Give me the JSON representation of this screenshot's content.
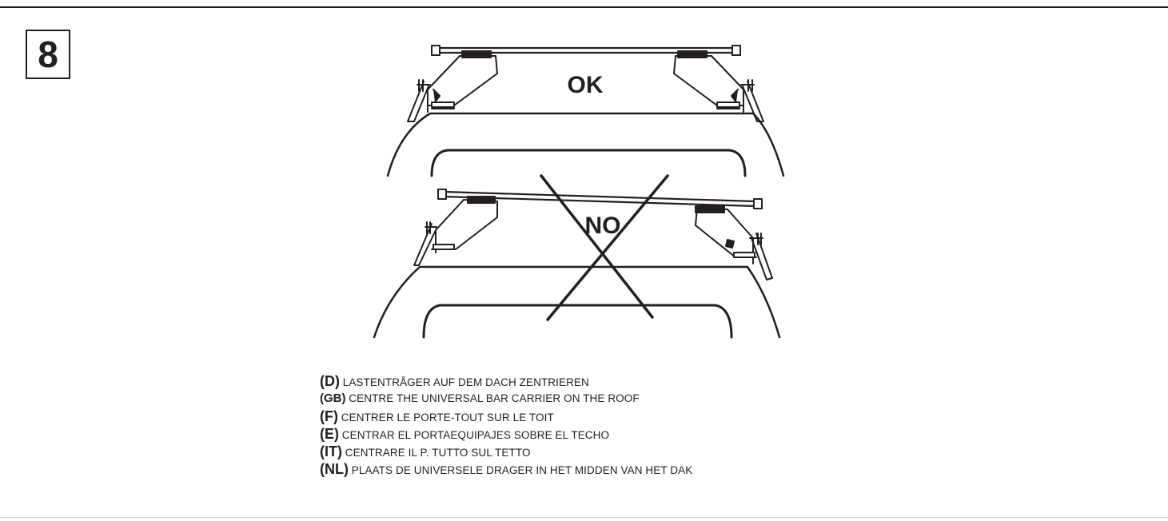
{
  "step": {
    "number": "8"
  },
  "figure": {
    "ok_label": "OK",
    "no_label": "NO"
  },
  "instructions": [
    {
      "code": "(D)",
      "text": "LASTENTRÅGER AUF DEM DACH ZENTRIEREN"
    },
    {
      "code": "(GB)",
      "text": "CENTRE THE UNIVERSAL BAR CARRIER ON THE ROOF"
    },
    {
      "code": "(F)",
      "text": "CENTRER LE PORTE-TOUT SUR LE TOIT"
    },
    {
      "code": "(E)",
      "text": "CENTRAR EL PORTAEQUIPAJES SOBRE EL TECHO"
    },
    {
      "code": "(IT)",
      "text": "CENTRARE IL P. TUTTO SUL TETTO"
    },
    {
      "code": "(NL)",
      "text": "PLAATS DE UNIVERSELE DRAGER IN HET MIDDEN VAN HET DAK"
    }
  ],
  "colors": {
    "ink": "#231f20",
    "background": "#ffffff"
  }
}
